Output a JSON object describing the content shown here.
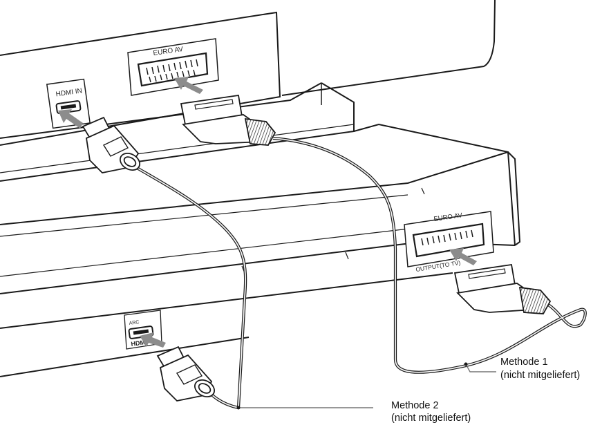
{
  "tv": {
    "hdmi_port_label": "HDMI IN",
    "scart_port_label": "EURO AV"
  },
  "receiver": {
    "scart_port_label": "EURO AV",
    "scart_output_label": "OUTPUT(TO TV)",
    "hdmi_arc_label": "ARC",
    "hdmi_logo_text": "HDMI"
  },
  "callouts": {
    "method1": {
      "title": "Methode 1",
      "note": "(nicht mitgeliefert)"
    },
    "method2": {
      "title": "Methode 2",
      "note": "(nicht mitgeliefert)"
    }
  },
  "colors": {
    "line": "#1a1a1a",
    "arrow": "#8c8c8c",
    "connector_fill": "#ffffff",
    "grip_fill": "#dcdcdc"
  }
}
